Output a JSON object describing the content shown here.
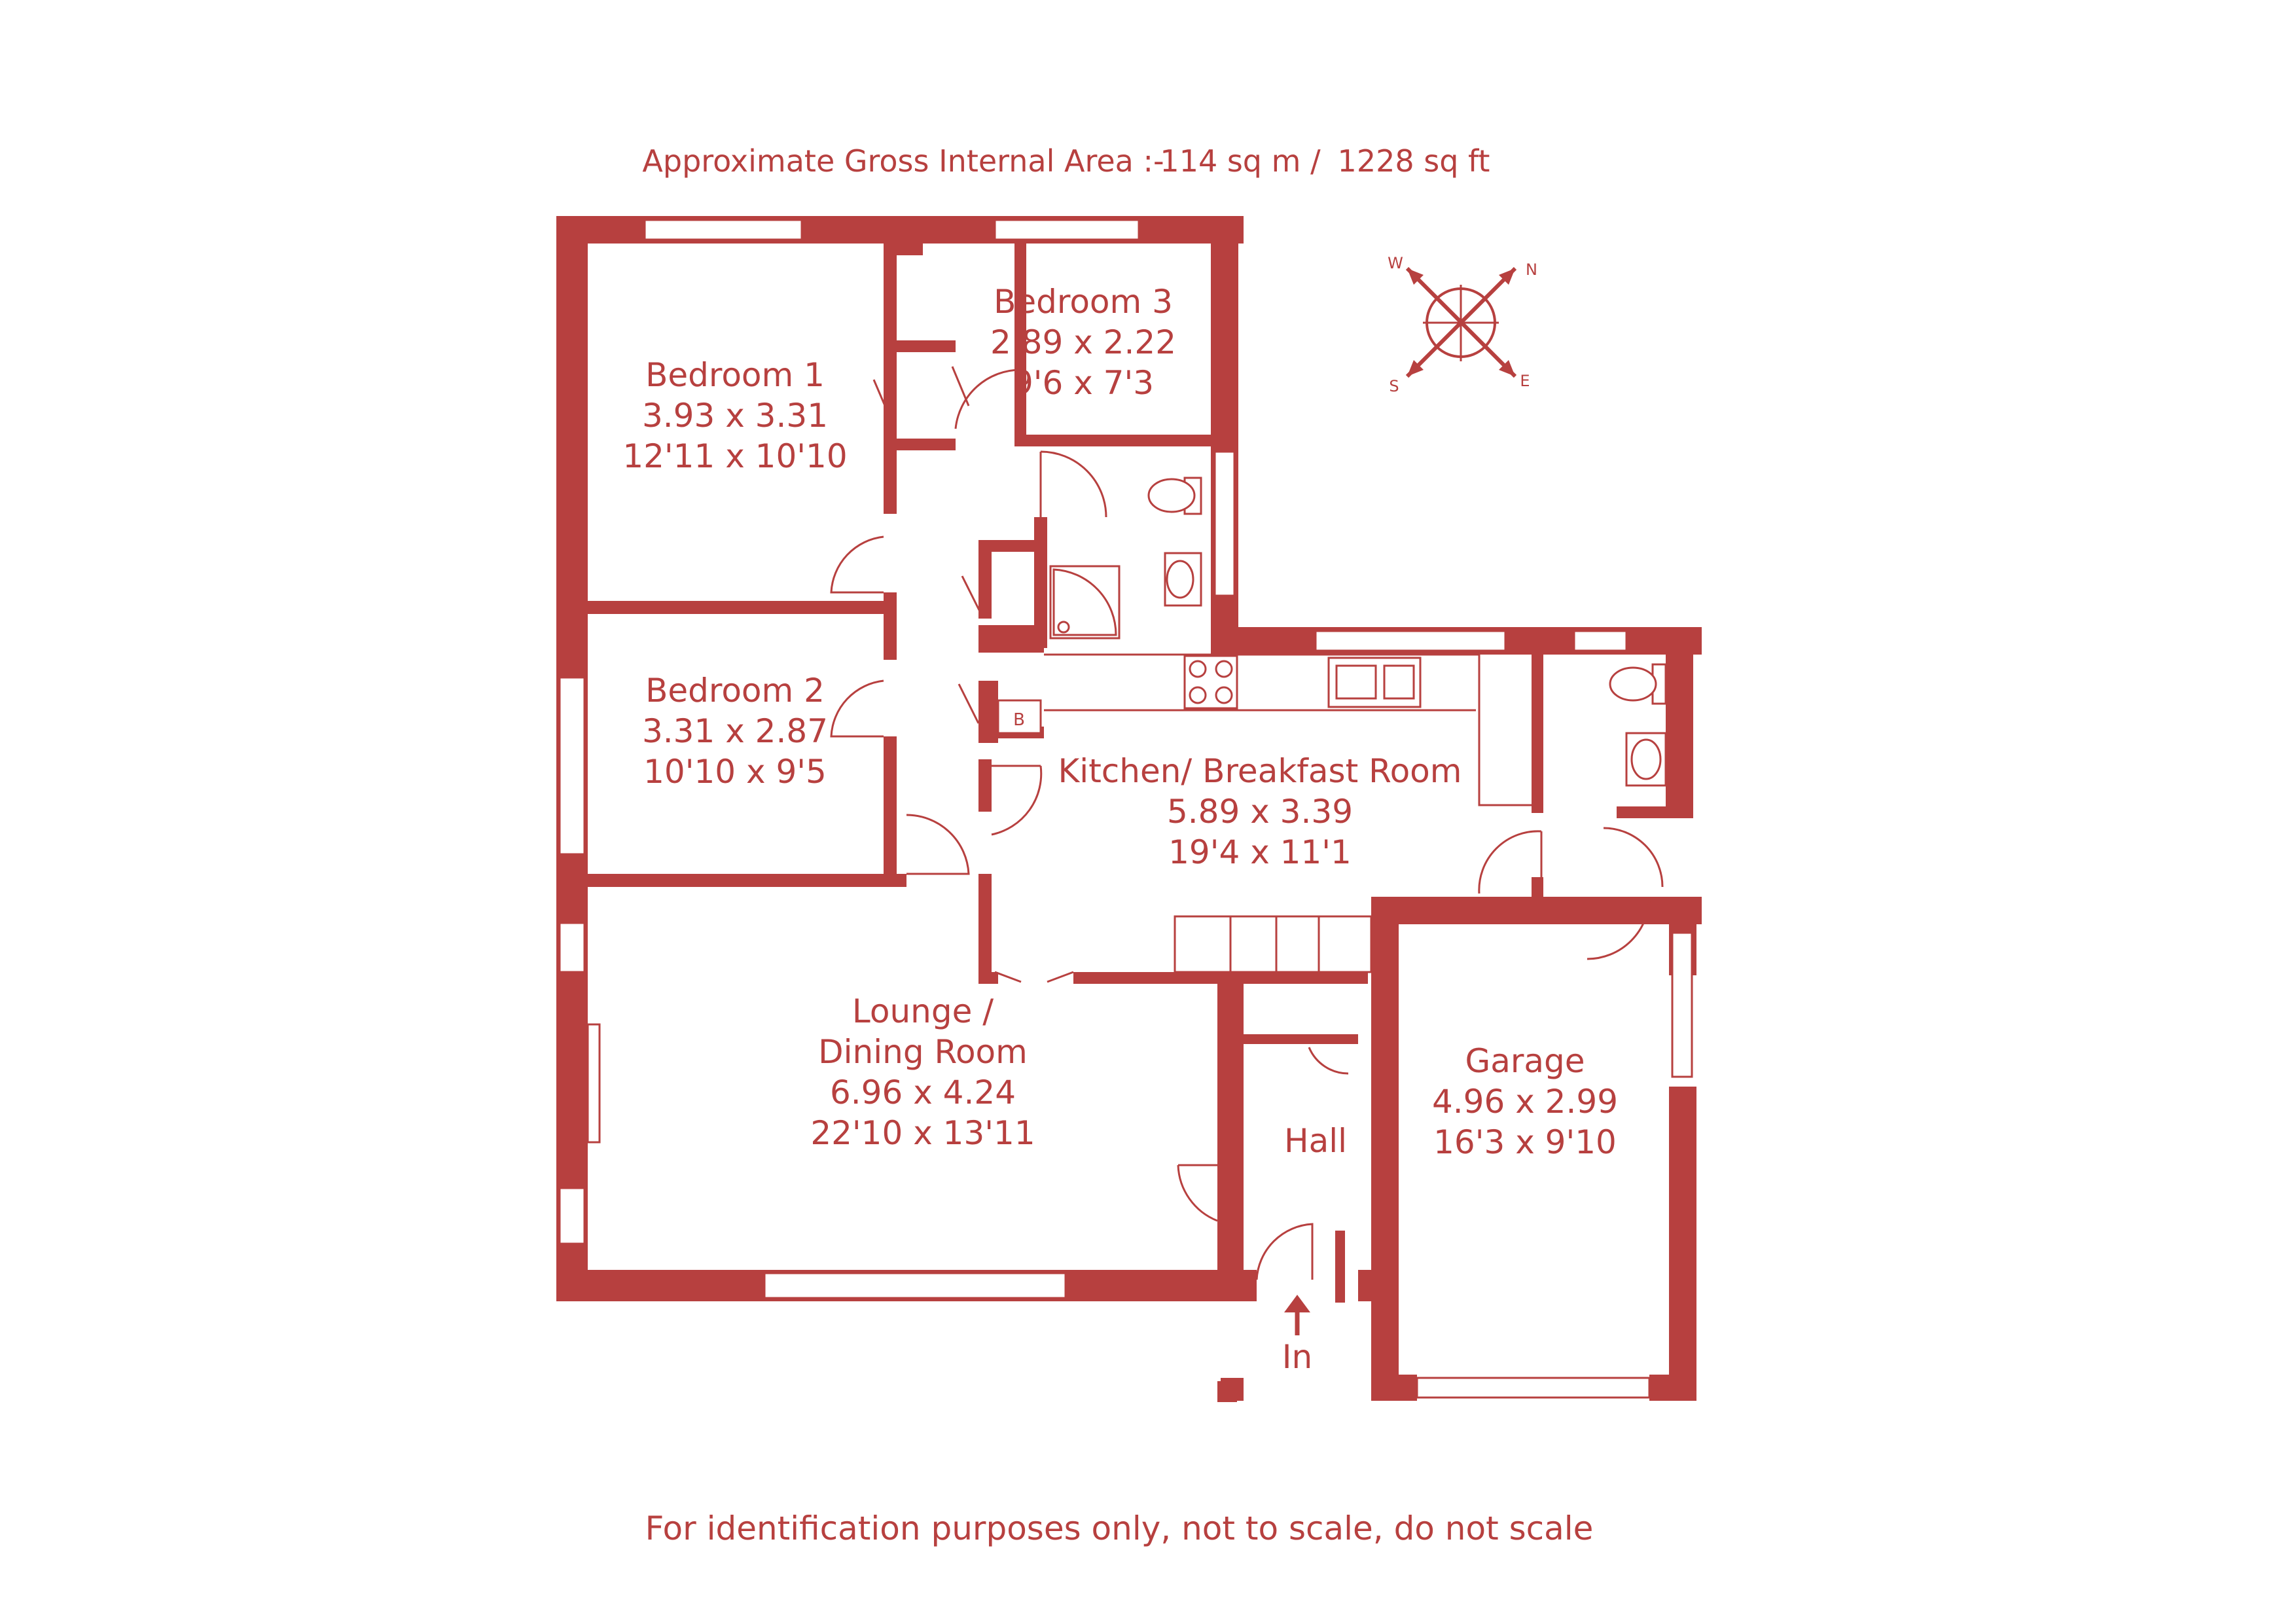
{
  "header": {
    "area_label": "Approximate Gross Internal Area  :-",
    "area_metric": "114 sq m /",
    "area_imperial": "1228 sq ft"
  },
  "footer": {
    "disclaimer": "For identification purposes only, not to scale, do not scale"
  },
  "compass": {
    "n": "N",
    "e": "E",
    "s": "S",
    "w": "W"
  },
  "rooms": {
    "bedroom1": {
      "name": "Bedroom 1",
      "metric": "3.93 x 3.31",
      "imperial": "12'11 x 10'10"
    },
    "bedroom2": {
      "name": "Bedroom 2",
      "metric": "3.31 x 2.87",
      "imperial": "10'10 x 9'5"
    },
    "bedroom3": {
      "name": "Bedroom 3",
      "metric": "2.89 x 2.22",
      "imperial": "9'6 x 7'3"
    },
    "kitchen": {
      "name": "Kitchen/ Breakfast Room",
      "metric": "5.89 x 3.39",
      "imperial": "19'4 x 11'1"
    },
    "lounge": {
      "name_line1": "Lounge /",
      "name_line2": "Dining Room",
      "metric": "6.96 x 4.24",
      "imperial": "22'10 x 13'11"
    },
    "garage": {
      "name": "Garage",
      "metric": "4.96 x 2.99",
      "imperial": "16'3 x 9'10"
    },
    "hall": {
      "name": "Hall"
    }
  },
  "boiler_label": "B",
  "entrance_label": "In",
  "colors": {
    "wall": "#b7403f",
    "background": "#ffffff"
  }
}
